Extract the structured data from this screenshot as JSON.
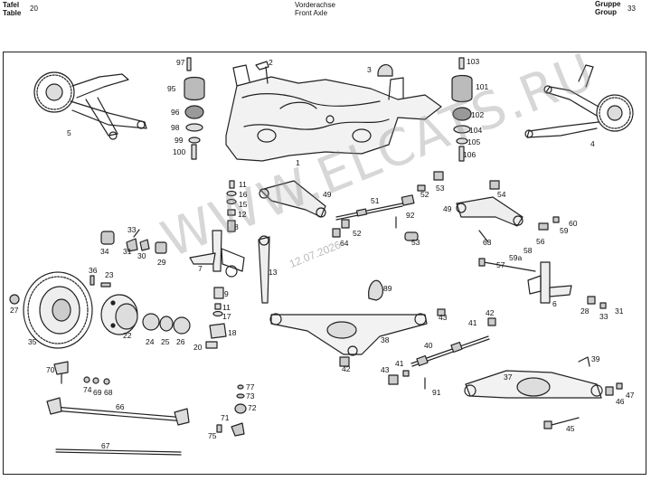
{
  "header": {
    "tafel_label": "Tafel",
    "table_label": "Table",
    "table_number": "20",
    "title_de": "Vorderachse",
    "title_en": "Front Axle",
    "gruppe_label": "Gruppe",
    "group_label": "Group",
    "group_number": "33"
  },
  "watermark": {
    "text": "WWW.ELCATS.RU",
    "date": "12.07.2026"
  },
  "part_numbers": {
    "n1": "1",
    "n2": "2",
    "n3": "3",
    "n4": "4",
    "n5": "5",
    "n6": "6",
    "n7": "7",
    "n8": "8",
    "n9": "9",
    "n11a": "11",
    "n11b": "11",
    "n12": "12",
    "n13": "13",
    "n15": "15",
    "n16": "16",
    "n17": "17",
    "n18": "18",
    "n20": "20",
    "n22": "22",
    "n23": "23",
    "n24": "24",
    "n25": "25",
    "n26": "26",
    "n27": "27",
    "n28": "28",
    "n29": "29",
    "n30": "30",
    "n31a": "31",
    "n31b": "31",
    "n33a": "33",
    "n33b": "33",
    "n34": "34",
    "n35": "35",
    "n36": "36",
    "n37": "37",
    "n38": "38",
    "n39": "39",
    "n40": "40",
    "n41a": "41",
    "n41b": "41",
    "n42a": "42",
    "n42b": "42",
    "n43a": "43",
    "n43b": "43",
    "n45": "45",
    "n46": "46",
    "n47": "47",
    "n49a": "49",
    "n49b": "49",
    "n51": "51",
    "n52a": "52",
    "n52b": "52",
    "n53a": "53",
    "n53b": "53",
    "n54": "54",
    "n56": "56",
    "n57": "57",
    "n58": "58",
    "n59": "59",
    "n59a": "59a",
    "n60": "60",
    "n63": "63",
    "n64": "64",
    "n66": "66",
    "n67": "67",
    "n68": "68",
    "n69": "69",
    "n70": "70",
    "n71": "71",
    "n72": "72",
    "n73": "73",
    "n74": "74",
    "n75": "75",
    "n77": "77",
    "n89": "89",
    "n91": "91",
    "n92": "92",
    "n95": "95",
    "n96": "96",
    "n97": "97",
    "n98": "98",
    "n99": "99",
    "n100": "100",
    "n101": "101",
    "n102": "102",
    "n103": "103",
    "n104": "104",
    "n105": "105",
    "n106": "106"
  }
}
